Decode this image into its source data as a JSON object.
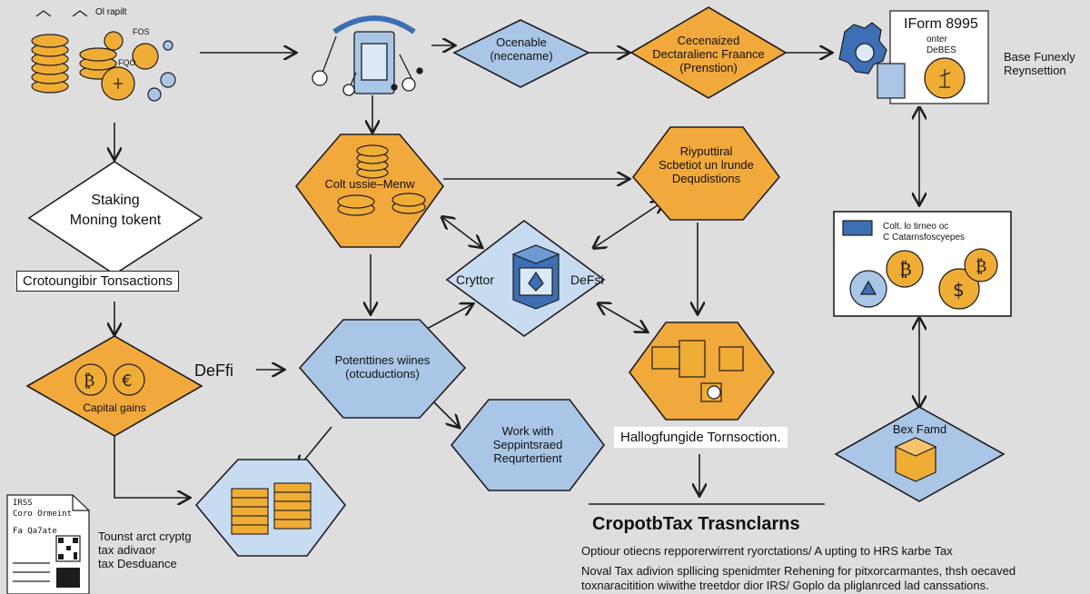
{
  "nodes": {
    "definable": {
      "line1": "Ocenable",
      "line2": "(necename)"
    },
    "cefi": {
      "line1": "Cecenaized",
      "line2": "Dectaralienc Fraance",
      "line3": "(Prenstion)"
    },
    "form": {
      "title": "IForm 8995",
      "line2": "onter",
      "line3": "DeBES"
    },
    "base": {
      "line1": "Base Funexly",
      "line2": "Reynsettion"
    },
    "staking": {
      "line1": "Staking",
      "line2": "Moning tokent"
    },
    "crypto_tx": {
      "label": "Crotoungibir Tonsactions"
    },
    "cousie": {
      "label": "Colt ussie–Menw"
    },
    "ripuetiral": {
      "line1": "Riyputtiral",
      "line2": "Scbetiot un lrunde",
      "line3": "Dequdistions"
    },
    "cryptor": {
      "left": "Cryttor",
      "right": "DeFsi"
    },
    "portfolio": {
      "line1": "Colt. lo tirneo oc",
      "line2": "C Catarnsfoscyepes"
    },
    "capital": {
      "label": "Capital gains"
    },
    "defi_side": {
      "label": "DeFfi"
    },
    "potential": {
      "line1": "Potenttines wiines",
      "line2": "(otcuductions)"
    },
    "work": {
      "line1": "Work with",
      "line2": "Seppintsraed",
      "line3": "Requrtertient"
    },
    "hallog": {
      "label": "Hallogfungide Tornsoction."
    },
    "box_farnd": {
      "label": "Bex Famd"
    },
    "doc": {
      "line1": "IRSS",
      "line2": "Coro Ormeint",
      "line3": "Fa Qa7ate"
    },
    "advisor": {
      "line1": "Tounst arct cryptg",
      "line2": "tax adivaor",
      "line3": "tax Desduance"
    }
  },
  "coins": {
    "top_labels": "Ol rapilt",
    "icon_labels": "FQO",
    "side": "FOS"
  },
  "footer": {
    "title": "CropotbTax Trasnclarns",
    "line1": "Optiour otiecns repporerwirrent ryorctations/ A upting to HRS karbe Tax",
    "line2": "Noval Tax adivion spllicing spenidmter  Rehening for pitxorcarmantes, thsh oecaved",
    "line3": "toxnaracitition wiwithe treetdor dior IRS/ Goplo da pliglanrced lad canssations."
  },
  "colors": {
    "orange": "#f2a93b",
    "blue": "#a9c6e6",
    "white": "#ffffff",
    "stroke": "#1d1d1d",
    "coin": "#f0ad36",
    "cube": "#3c6fb3",
    "background": "#dedede"
  }
}
